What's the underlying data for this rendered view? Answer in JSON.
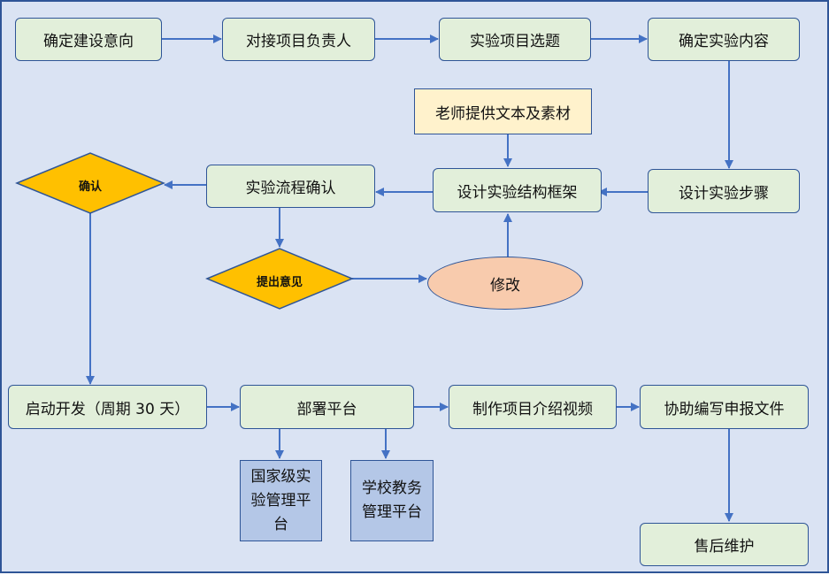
{
  "nodes": {
    "intent": "确定建设意向",
    "owner": "对接项目负责人",
    "topic": "实验项目选题",
    "content": "确定实验内容",
    "teacher_materials": "老师提供文本及素材",
    "framework": "设计实验结构框架",
    "steps": "设计实验步骤",
    "flow_confirm": "实验流程确认",
    "confirm": "确认",
    "feedback": "提出意见",
    "revise": "修改",
    "develop": "启动开发（周期 30 天）",
    "deploy": "部署平台",
    "video": "制作项目介绍视频",
    "report": "协助编写申报文件",
    "national_platform": "国家级实验管理平台",
    "school_platform": "学校教务管理平台",
    "after_sales": "售后维护"
  },
  "colors": {
    "background": "#dae3f3",
    "process": "#e2efda",
    "note": "#fff2cc",
    "decision": "#ffc000",
    "revise": "#f8cbad",
    "platform": "#b4c7e7",
    "arrow": "#4472c4",
    "border": "#2f5597"
  }
}
